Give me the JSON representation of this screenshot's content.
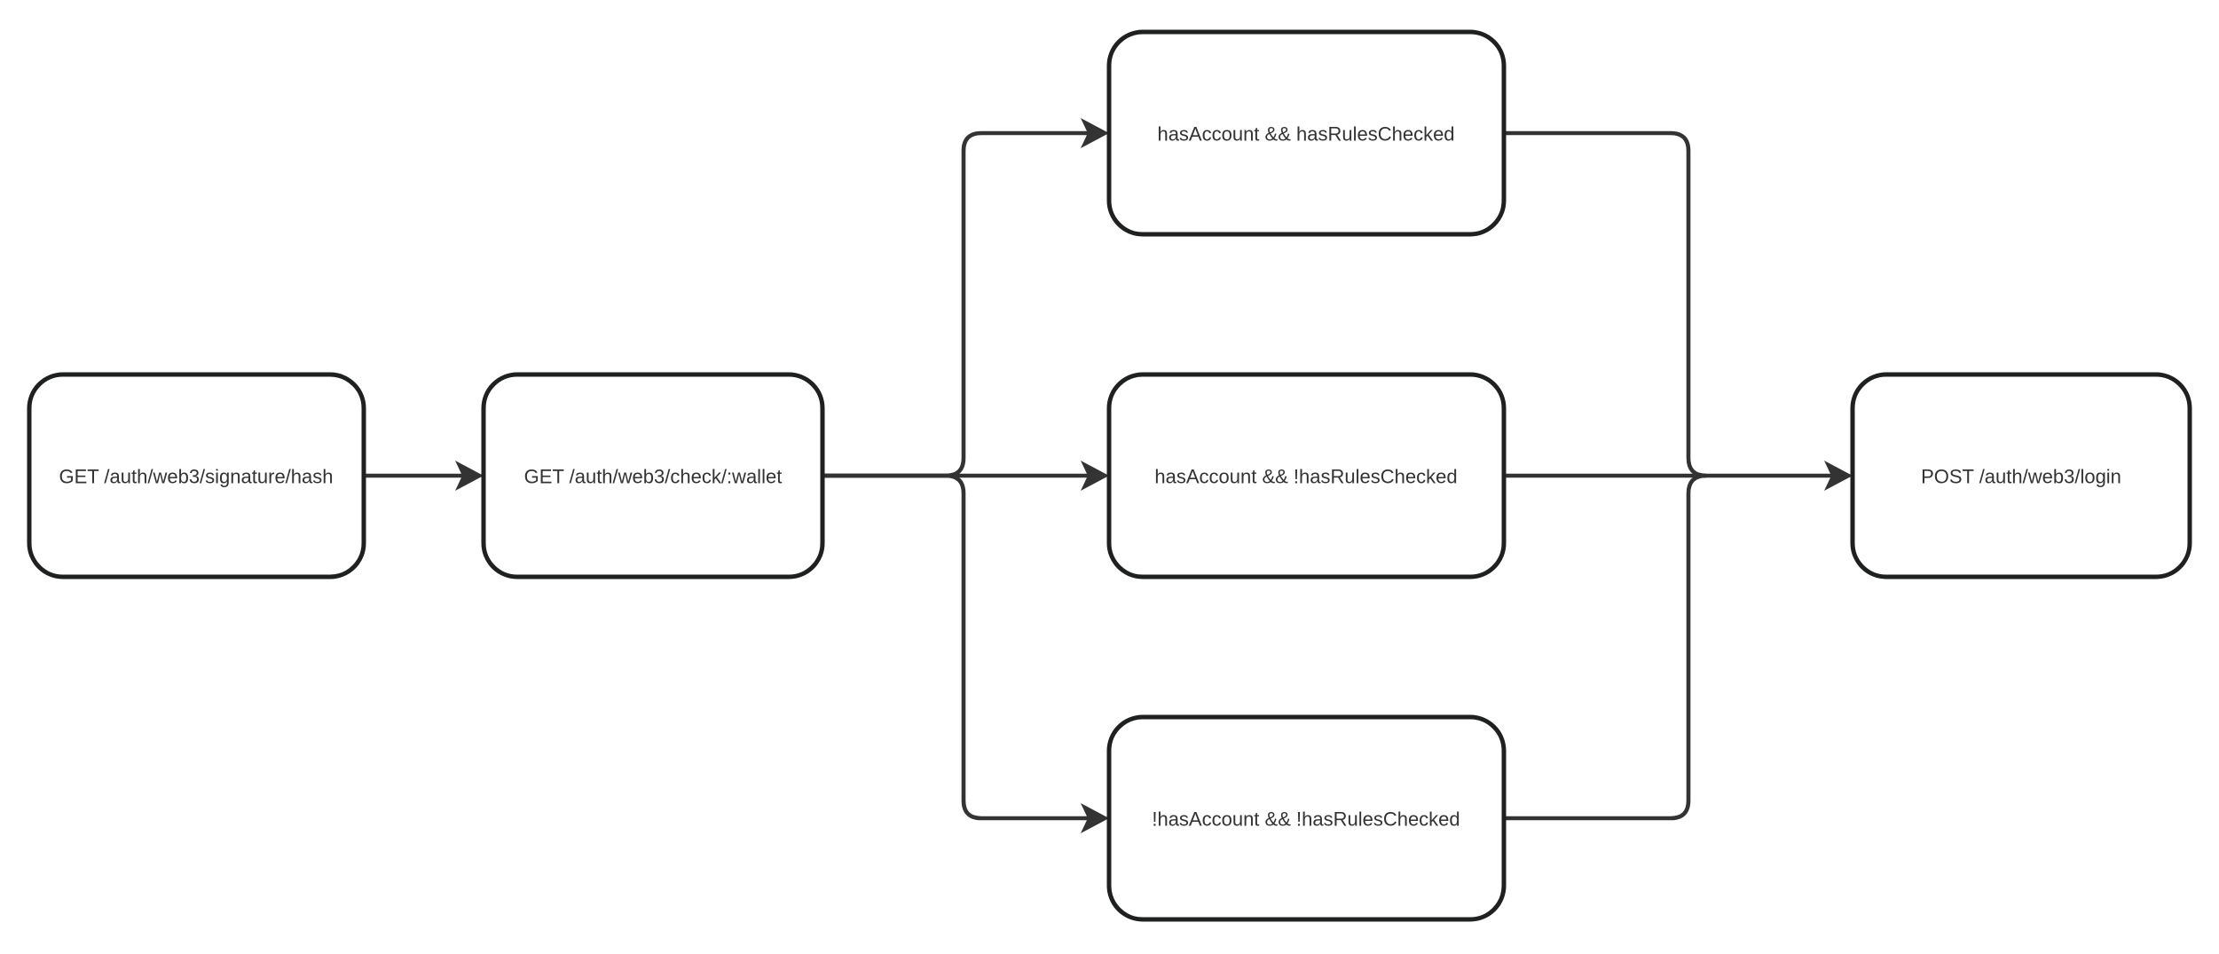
{
  "diagram": {
    "type": "flowchart",
    "direction": "left-to-right",
    "background_color": "#ffffff",
    "node_fill_color": "#ffffff",
    "node_border_color": "#1f2020",
    "edge_color": "#333333",
    "text_color": "#333333"
  },
  "nodes": [
    {
      "id": "get-signature-hash",
      "label": "GET /auth/web3/signature/hash"
    },
    {
      "id": "get-check-wallet",
      "label": "GET /auth/web3/check/:wallet"
    },
    {
      "id": "cond-has-account-has-rules",
      "label": "hasAccount && hasRulesChecked"
    },
    {
      "id": "cond-has-account-no-rules",
      "label": "hasAccount && !hasRulesChecked"
    },
    {
      "id": "cond-no-account-no-rules",
      "label": "!hasAccount && !hasRulesChecked"
    },
    {
      "id": "post-login",
      "label": "POST /auth/web3/login"
    }
  ],
  "edges": [
    {
      "from": "get-signature-hash",
      "to": "get-check-wallet"
    },
    {
      "from": "get-check-wallet",
      "to": "cond-has-account-has-rules"
    },
    {
      "from": "get-check-wallet",
      "to": "cond-has-account-no-rules"
    },
    {
      "from": "get-check-wallet",
      "to": "cond-no-account-no-rules"
    },
    {
      "from": "cond-has-account-has-rules",
      "to": "post-login"
    },
    {
      "from": "cond-has-account-no-rules",
      "to": "post-login"
    },
    {
      "from": "cond-no-account-no-rules",
      "to": "post-login"
    }
  ]
}
